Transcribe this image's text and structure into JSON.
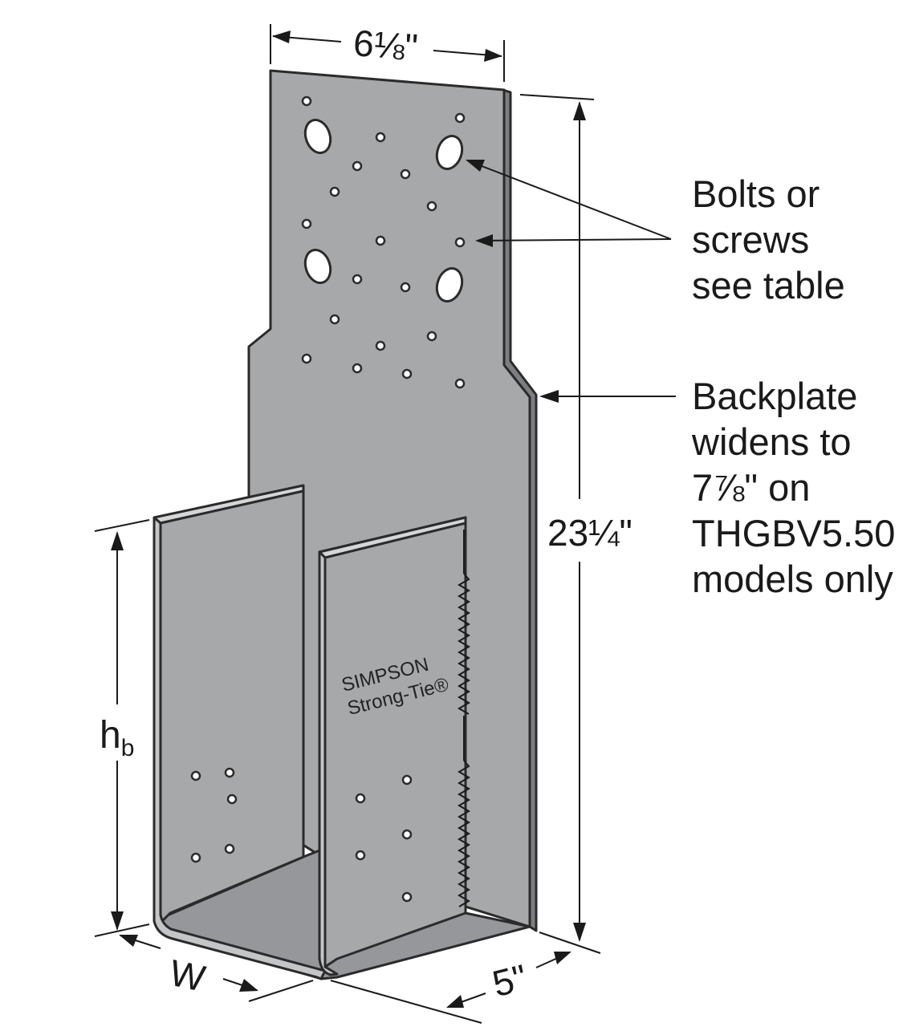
{
  "dimensions": {
    "top_width": "6⅛\"",
    "height": "23¼\"",
    "seat_depth": "5\"",
    "width_symbol": "W",
    "seat_height_symbol": "h",
    "seat_height_subscript": "b"
  },
  "callouts": {
    "bolts": [
      "Bolts or",
      "screws",
      "see table"
    ],
    "backplate": [
      "Backplate",
      "widens to",
      "7⅞\" on",
      "THGBV5.50",
      "models only"
    ]
  },
  "branding": {
    "line1": "SIMPSON",
    "line2": "Strong-Tie®"
  },
  "colors": {
    "steel": "#a7a8aa",
    "steel_dark": "#96979a",
    "outline": "#2b2b2b"
  }
}
